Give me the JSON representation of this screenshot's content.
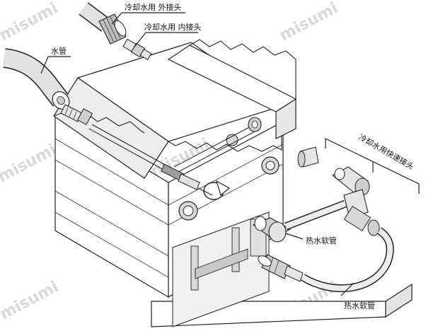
{
  "labels": {
    "outer_fitting": "冷却水用  外接头",
    "inner_fitting": "冷却水用  内接头",
    "water_pipe": "水管",
    "quick_coupling": "冷却水用快速接头",
    "hot_hose_1": "热水软管",
    "hot_hose_2": "热水软管"
  },
  "watermark": "misumi",
  "colors": {
    "outline": "#222222",
    "shade": "#d6d6d6",
    "light": "#ededed",
    "white": "#ffffff"
  }
}
